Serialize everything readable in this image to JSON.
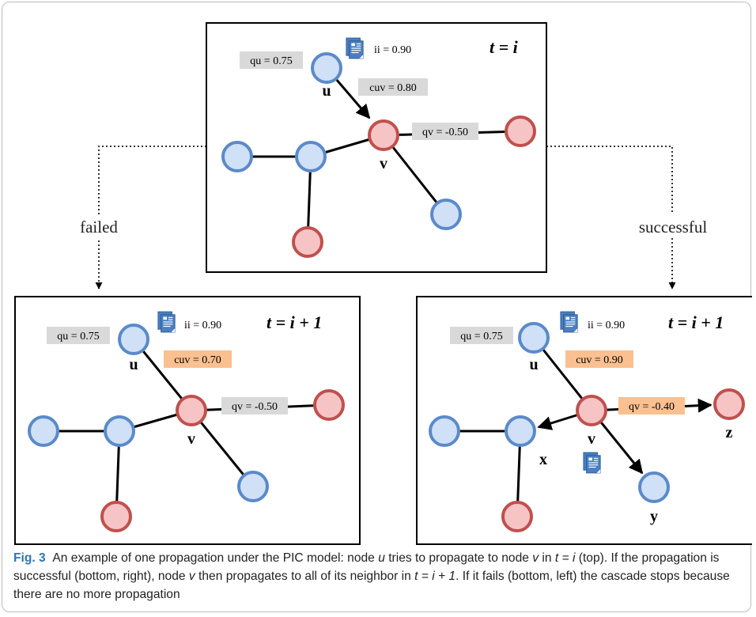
{
  "colors": {
    "node_blue_fill": "#cfe0f7",
    "node_blue_stroke": "#5b8ac9",
    "node_red_fill": "#f6c4c4",
    "node_red_stroke": "#c0504d",
    "label_gray": "#d9d9d9",
    "label_orange": "#fac090",
    "doc_icon": "#4a7fc0",
    "caption_accent": "#2a78b8"
  },
  "panels": {
    "top": {
      "time": "t = i",
      "q_u": "qu = 0.75",
      "i_i": "ii = 0.90",
      "c_uv": "cuv = 0.80",
      "q_v": "qv = -0.50",
      "u": "u",
      "v": "v"
    },
    "left": {
      "time": "t = i + 1",
      "q_u": "qu = 0.75",
      "i_i": "ii = 0.90",
      "c_uv": "cuv = 0.70",
      "q_v": "qv = -0.50",
      "u": "u",
      "v": "v"
    },
    "right": {
      "time": "t = i + 1",
      "q_u": "qu = 0.75",
      "i_i": "ii = 0.90",
      "c_uv": "cuv = 0.90",
      "q_v": "qv = -0.40",
      "u": "u",
      "v": "v",
      "x": "x",
      "y": "y",
      "z": "z"
    }
  },
  "branches": {
    "failed": "failed",
    "successful": "successful"
  },
  "caption": {
    "fig_num": "Fig. 3",
    "p1": "An example of one propagation under the PIC model: node ",
    "u": "u",
    "p2": " tries to propagate to node ",
    "v": "v",
    "p3": " in ",
    "t1": "t = i",
    "p4": " (top). If the propagation is successful (bottom, right), node ",
    "v2": "v",
    "p5": " then propagates to all of its neighbor in ",
    "t2": "t = i + 1",
    "p6": ". If it fails (bottom, left) the cascade stops because there are no more propagation"
  }
}
